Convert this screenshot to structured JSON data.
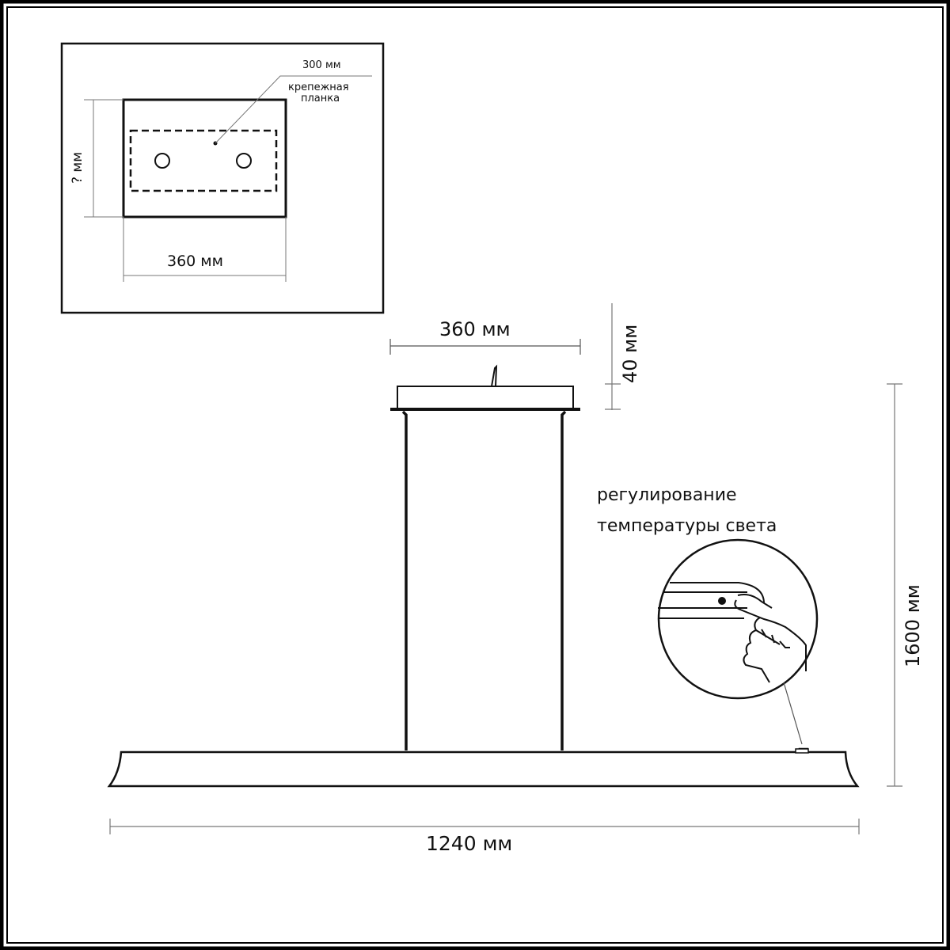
{
  "inset": {
    "bracket_width_label": "300 мм",
    "bracket_name_line1": "крепежная",
    "bracket_name_line2": "планка",
    "height_label": "? мм",
    "width_label": "360 мм"
  },
  "main": {
    "canopy_width_label": "360 мм",
    "canopy_height_label": "40 мм",
    "total_height_label": "1600 мм",
    "total_width_label": "1240 мм",
    "callout_line1": "регулирование",
    "callout_line2": "температуры света"
  },
  "colors": {
    "line": "#111111",
    "dimension": "#777777",
    "background": "#ffffff"
  }
}
